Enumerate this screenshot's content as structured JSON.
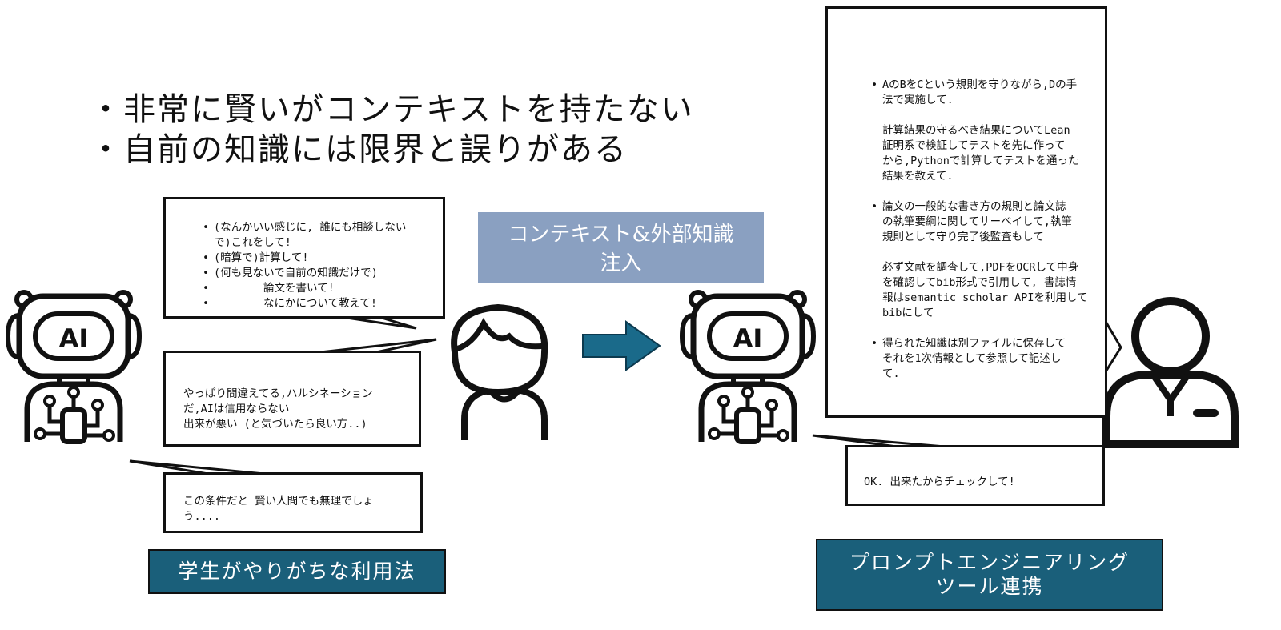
{
  "headline": [
    "・非常に賢いがコンテキストを持たない",
    "・自前の知識には限界と誤りがある"
  ],
  "left": {
    "request_bubble": [
      "(なんかいい感じに, 誰にも相談しない",
      "で)これをして!",
      "(暗算で)計算して!",
      "(何も見ないで自前の知識だけで)",
      "論文を書いて!",
      "なにかについて教えて!"
    ],
    "complaint_bubble": [
      "やっぱり間違えてる,ハルシネーション",
      "だ,AIは信用ならない",
      "出来が悪い (と気づいたら良い方..)"
    ],
    "ai_bubble": [
      "この条件だと 賢い人間でも無理でしょ",
      "う...."
    ],
    "caption": "学生がやりがちな利用法"
  },
  "middle": {
    "context_box": [
      "コンテキスト&外部知識",
      "注入"
    ],
    "ai_badge": "AI"
  },
  "right": {
    "prompt_bubble": [
      [
        "AのBをCという規則を守りながら,Dの手",
        "法で実施して."
      ],
      [
        "計算結果の守るべき結果についてLean",
        "証明系で検証してテストを先に作って",
        "から,Pythonで計算してテストを通った",
        "結果を教えて."
      ],
      [
        "論文の一般的な書き方の規則と論文誌",
        "の執筆要綱に関してサーベイして,執筆",
        "規則として守り完了後監査もして"
      ],
      [
        "必ず文献を調査して,PDFをOCRして中身",
        "を確認してbib形式で引用して, 書誌情",
        "報はsemantic scholar APIを利用して",
        "bibにして"
      ],
      [
        "得られた知識は別ファイルに保存して",
        "それを1次情報として参照して記述し",
        "て."
      ]
    ],
    "ok_bubble": "OK. 出来たからチェックして!",
    "caption": [
      "プロンプトエンジニアリング",
      "ツール連携"
    ]
  },
  "colors": {
    "caption_bg": "#1a5f7a",
    "context_bg": "#8aa0c1",
    "arrow": "#1a6a8a"
  }
}
